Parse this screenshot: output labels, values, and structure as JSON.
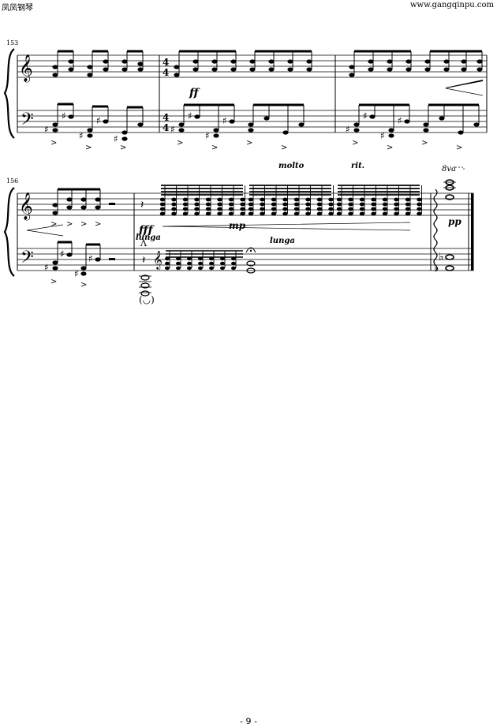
{
  "header": {
    "left_text": "凤凤钢琴",
    "right_text": "www.gangqinpu.com"
  },
  "systems": [
    {
      "measure_number": "153",
      "time_signature": {
        "top": "4",
        "bottom": "4"
      },
      "dynamics": [
        {
          "text": "ff"
        }
      ]
    },
    {
      "measure_number": "156",
      "dynamics": [
        {
          "text": "fff"
        },
        {
          "text": "mp"
        },
        {
          "text": "pp"
        }
      ],
      "expressions": [
        {
          "text": "molto"
        },
        {
          "text": "rit."
        },
        {
          "text": "lunga"
        },
        {
          "text": "lunga"
        }
      ],
      "ottava": "8va"
    }
  ],
  "footer": {
    "page_label": "- 9 -"
  }
}
